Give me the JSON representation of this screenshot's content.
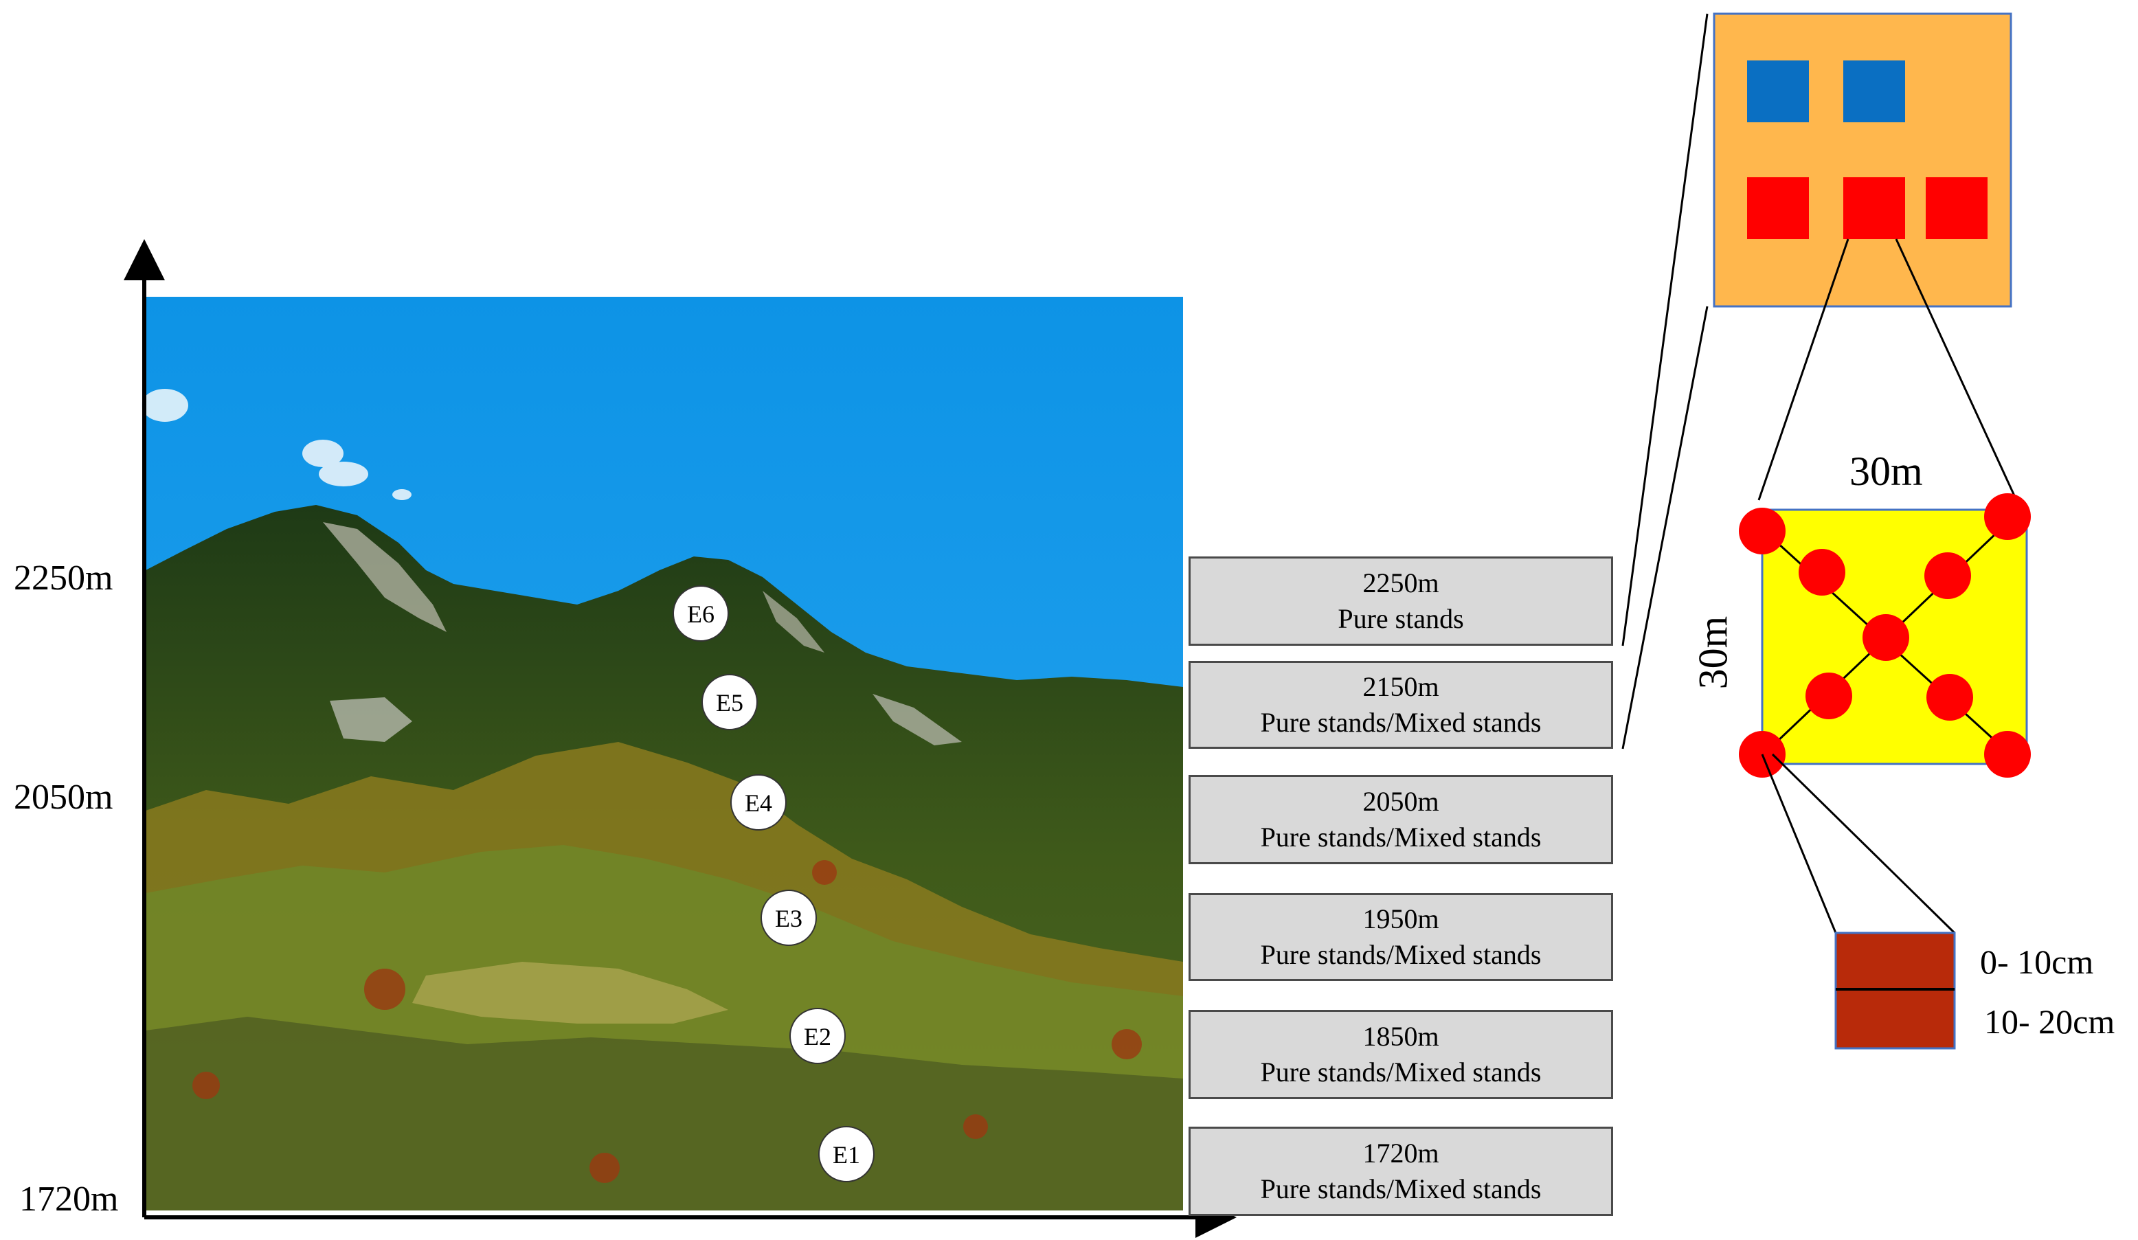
{
  "axis": {
    "elevation_ticks": [
      "2250m",
      "2050m",
      "1720m"
    ]
  },
  "sites": [
    "E1",
    "E2",
    "E3",
    "E4",
    "E5",
    "E6"
  ],
  "bands": [
    {
      "elevation": "2250m",
      "stand": "Pure stands"
    },
    {
      "elevation": "2150m",
      "stand": "Pure stands/Mixed stands"
    },
    {
      "elevation": "2050m",
      "stand": "Pure stands/Mixed stands"
    },
    {
      "elevation": "1950m",
      "stand": "Pure stands/Mixed stands"
    },
    {
      "elevation": "1850m",
      "stand": "Pure stands/Mixed stands"
    },
    {
      "elevation": "1720m",
      "stand": "Pure stands/Mixed stands"
    }
  ],
  "plot": {
    "width_label": "30m",
    "height_label": "30m"
  },
  "soil": {
    "layer1": "0- 10cm",
    "layer2": "10- 20cm"
  },
  "colors": {
    "sky": "#1a9be8",
    "band_fill": "#d9d9d9",
    "plot_group_fill": "#ffb74d",
    "blue_square": "#0a6fc2",
    "red_square": "#ff0000",
    "quadrat_fill": "#ffff00",
    "sample_dot": "#ff0000",
    "soil_core": "#b82a0a"
  }
}
